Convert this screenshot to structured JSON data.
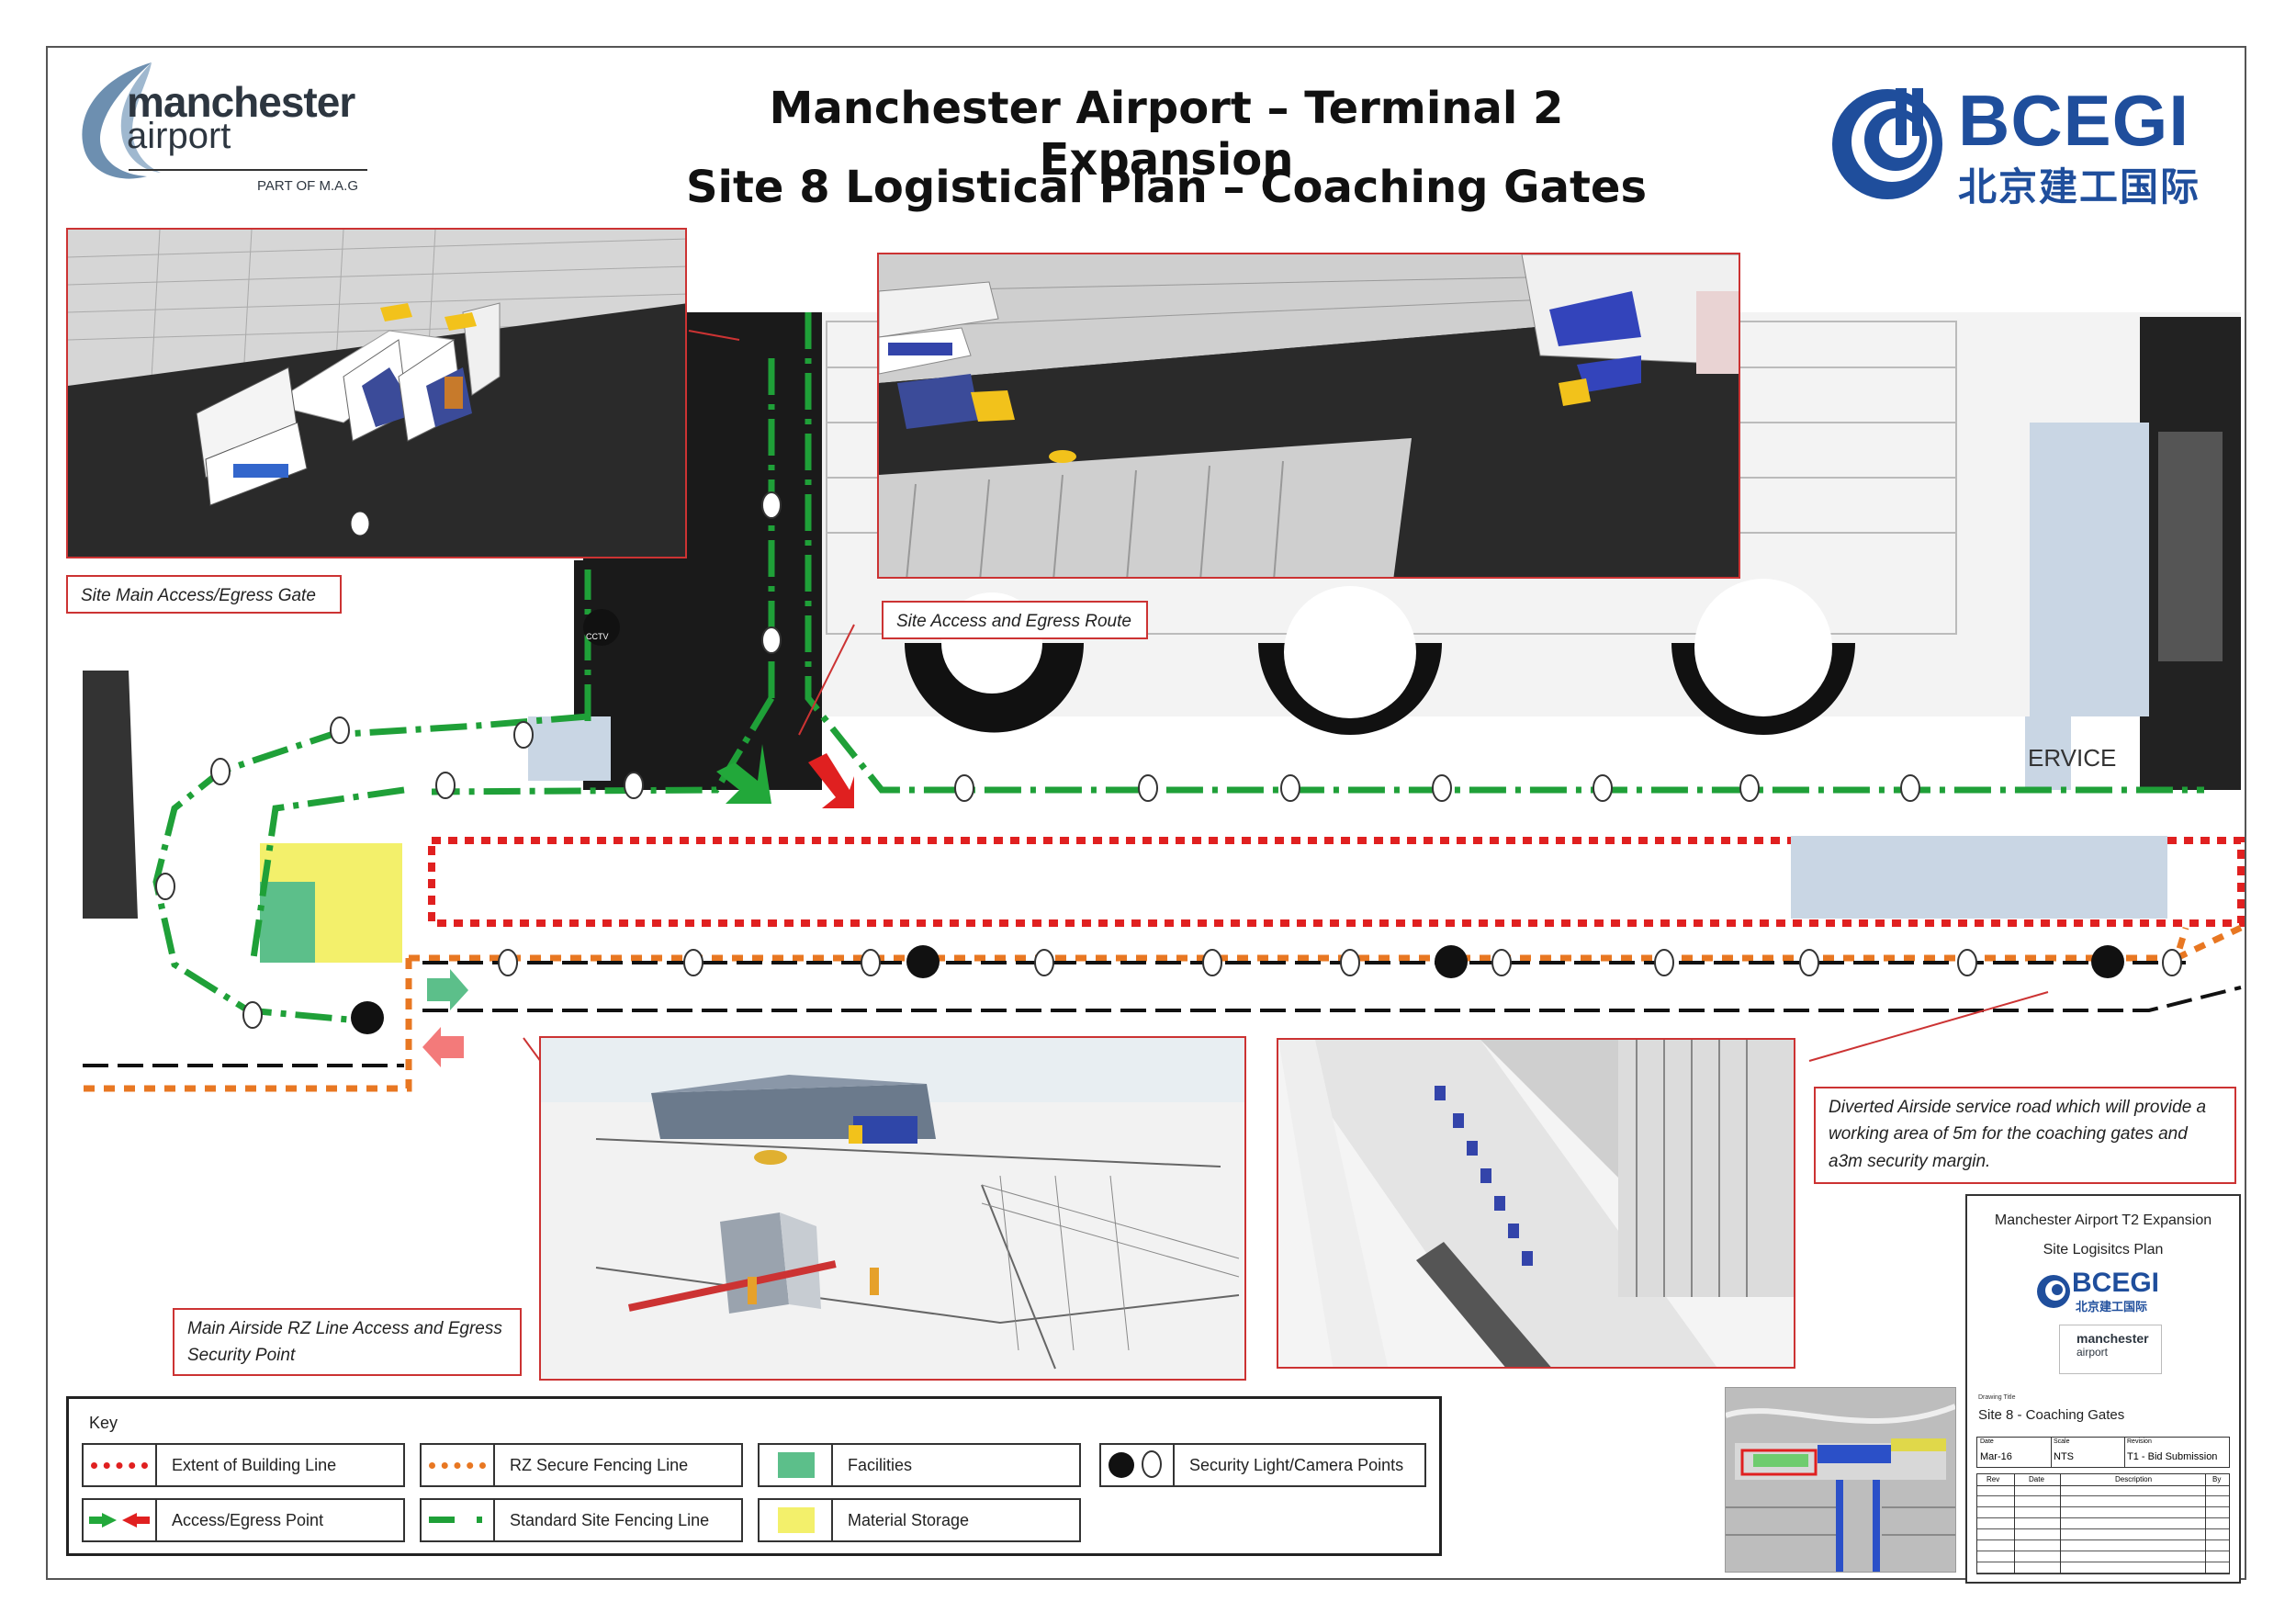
{
  "header": {
    "title_line1": "Manchester Airport – Terminal 2 Expansion",
    "title_line2": "Site 8 Logistical Plan – Coaching Gates"
  },
  "logos": {
    "manchester_line1": "manchester",
    "manchester_line2": "airport",
    "manchester_tag": "PART OF M.A.G",
    "bcegi_latin": "BCEGI",
    "bcegi_chinese": "北京建工国际"
  },
  "colors": {
    "building_line": "#e02020",
    "rz_fence": "#e87722",
    "site_fence": "#1fa038",
    "facilities": "#5cbf8a",
    "material_storage": "#f3f06b",
    "access_green": "#22a83a",
    "egress_red": "#e02020",
    "callout_border": "#cc3333",
    "bcegi_blue": "#1f4e9c"
  },
  "callouts": {
    "main_gate": "Site Main Access/Egress Gate",
    "access_route": "Site Access and Egress Route",
    "rz_line": "Main Airside RZ Line Access and Egress Security Point",
    "diverted_road": "Diverted Airside service road which will provide a working area of 5m for the coaching gates and a3m security margin."
  },
  "map_labels": {
    "service_fragment": "ERVICE",
    "cctv": "CCTV"
  },
  "key": {
    "title": "Key",
    "items": [
      {
        "label": "Extent of Building Line",
        "symbol": "red-dotted-line"
      },
      {
        "label": "RZ Secure Fencing Line",
        "symbol": "orange-dotted-line"
      },
      {
        "label": "Facilities",
        "symbol": "green-square"
      },
      {
        "label": "Security Light/Camera Points",
        "symbol": "cctv-light-icons"
      },
      {
        "label": "Access/Egress Point",
        "symbol": "green-red-arrows"
      },
      {
        "label": "Standard Site Fencing Line",
        "symbol": "green-dashed-line"
      },
      {
        "label": "Material Storage",
        "symbol": "yellow-square"
      }
    ]
  },
  "title_block": {
    "project": "Manchester Airport T2 Expansion",
    "plan": "Site Logisitcs Plan",
    "bcegi": "BCEGI",
    "bcegi_chinese": "北京建工国际",
    "manchester_line1": "manchester",
    "manchester_line2": "airport",
    "drawing_title_label": "Drawing Title",
    "drawing_title": "Site 8  - Coaching Gates",
    "date_label": "Date",
    "date": "Mar-16",
    "scale_label": "Scale",
    "scale": "NTS",
    "revision_label": "Revision",
    "revision": "T1 - Bid Submission",
    "rev_col": "Rev",
    "date_col": "Date",
    "description_col": "Description",
    "by_col": "By"
  }
}
